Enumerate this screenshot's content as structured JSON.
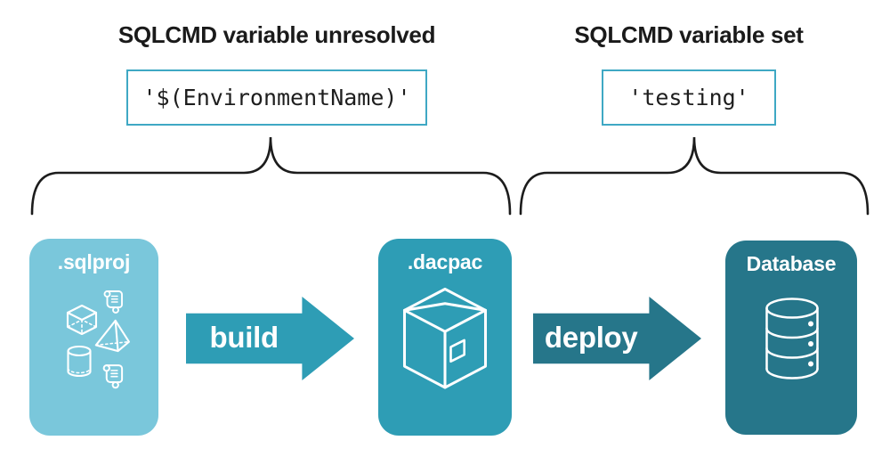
{
  "annotations": {
    "left": {
      "heading": "SQLCMD variable unresolved",
      "code": "'$(EnvironmentName)'"
    },
    "right": {
      "heading": "SQLCMD variable set",
      "code": "'testing'"
    }
  },
  "pipeline": {
    "nodes": [
      {
        "id": "sqlproj",
        "label": ".sqlproj",
        "icon": "sql-project-objects-icon",
        "color": "#7AC7DB"
      },
      {
        "id": "dacpac",
        "label": ".dacpac",
        "icon": "package-box-icon",
        "color": "#2E9DB5"
      },
      {
        "id": "database",
        "label": "Database",
        "icon": "database-cylinder-icon",
        "color": "#26768A"
      }
    ],
    "arrows": [
      {
        "label": "build",
        "from": "sqlproj",
        "to": "dacpac",
        "color": "#2E9DB5"
      },
      {
        "label": "deploy",
        "from": "dacpac",
        "to": "database",
        "color": "#26768A"
      }
    ]
  },
  "colors": {
    "background": "#FFFFFF",
    "code_box_border": "#3FA8C4",
    "heading_text": "#1A1A1A",
    "code_text": "#1E1E1E",
    "brace_stroke": "#1C1C1C",
    "node_label_text": "#FFFFFF",
    "arrow_label_text": "#FFFFFF",
    "icon_stroke": "#FFFFFF"
  }
}
